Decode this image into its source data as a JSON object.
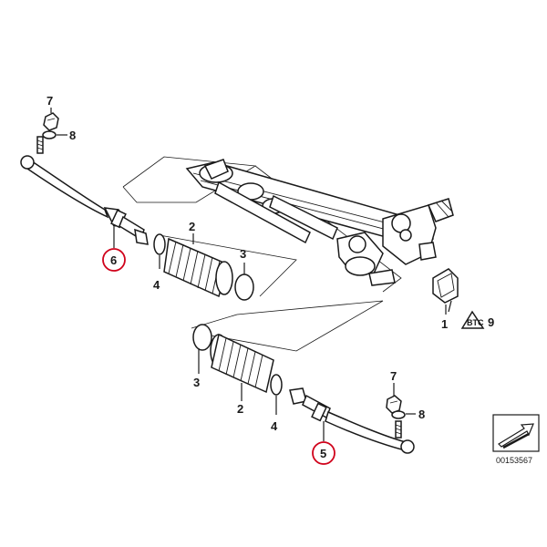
{
  "labels": {
    "top_nut": "7",
    "top_washer": "8",
    "top_tie_rod": "6",
    "top_bellows": "2",
    "top_clamp_small": "4",
    "top_clamp_large": "3",
    "mount": "1",
    "symbol": "9",
    "bot_clamp_large": "3",
    "bot_bellows": "2",
    "bot_clamp_small": "4",
    "bot_tie_rod": "5",
    "bot_nut": "7",
    "bot_washer": "8"
  },
  "diagram_ref": "00153567",
  "highlight_color": "#d0021b"
}
